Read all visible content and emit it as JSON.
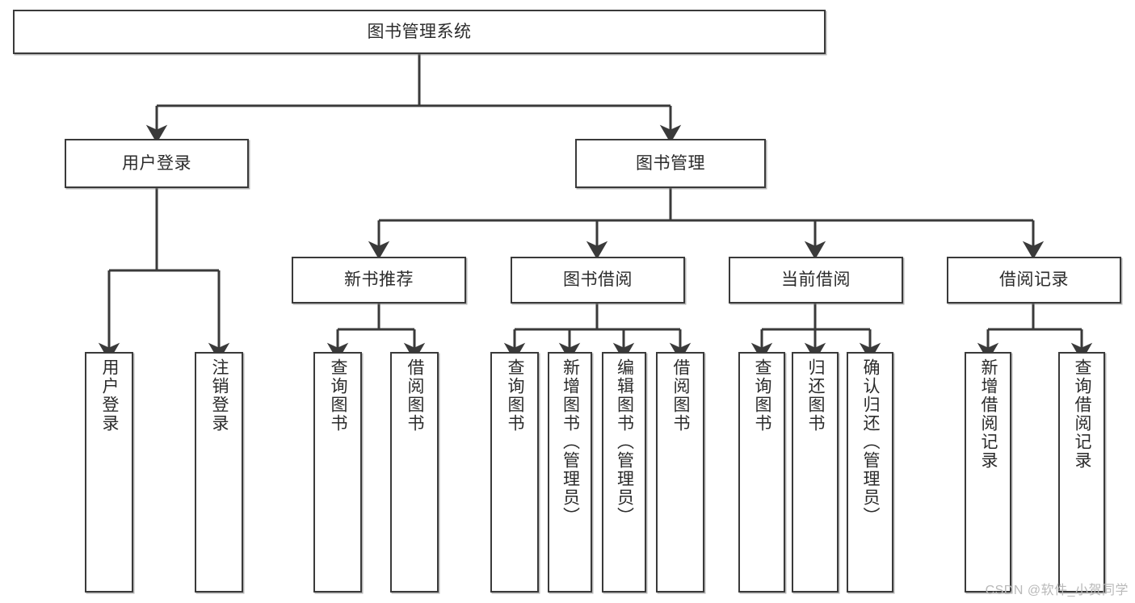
{
  "diagram": {
    "title": "图书管理系统",
    "type": "hierarchy-tree",
    "watermark": "CSDN @软件_小贺同学",
    "root": {
      "label": "图书管理系统",
      "orientation": "horizontal"
    },
    "level2": [
      {
        "label": "用户登录",
        "orientation": "horizontal"
      },
      {
        "label": "图书管理",
        "orientation": "horizontal"
      }
    ],
    "level3": [
      {
        "label": "新书推荐",
        "orientation": "horizontal"
      },
      {
        "label": "图书借阅",
        "orientation": "horizontal"
      },
      {
        "label": "当前借阅",
        "orientation": "horizontal"
      },
      {
        "label": "借阅记录",
        "orientation": "horizontal"
      }
    ],
    "leaves": {
      "user_login": [
        {
          "label": "用户登录",
          "orientation": "vertical"
        },
        {
          "label": "注销登录",
          "orientation": "vertical"
        }
      ],
      "new_book_recommend": [
        {
          "label": "查询图书",
          "orientation": "vertical"
        },
        {
          "label": "借阅图书",
          "orientation": "vertical"
        }
      ],
      "book_borrow": [
        {
          "label": "查询图书",
          "orientation": "vertical"
        },
        {
          "label": "新增图书（管理员）",
          "orientation": "vertical"
        },
        {
          "label": "编辑图书（管理员）",
          "orientation": "vertical"
        },
        {
          "label": "借阅图书",
          "orientation": "vertical"
        }
      ],
      "current_borrow": [
        {
          "label": "查询图书",
          "orientation": "vertical"
        },
        {
          "label": "归还图书",
          "orientation": "vertical"
        },
        {
          "label": "确认归还（管理员）",
          "orientation": "vertical"
        }
      ],
      "borrow_record": [
        {
          "label": "新增借阅记录",
          "orientation": "vertical"
        },
        {
          "label": "查询借阅记录",
          "orientation": "vertical"
        }
      ]
    },
    "colors": {
      "stroke": "#3a3a3a",
      "box_fill": "#ffffff",
      "text": "#2b2b2b",
      "watermark": "#b9b9b9"
    }
  }
}
